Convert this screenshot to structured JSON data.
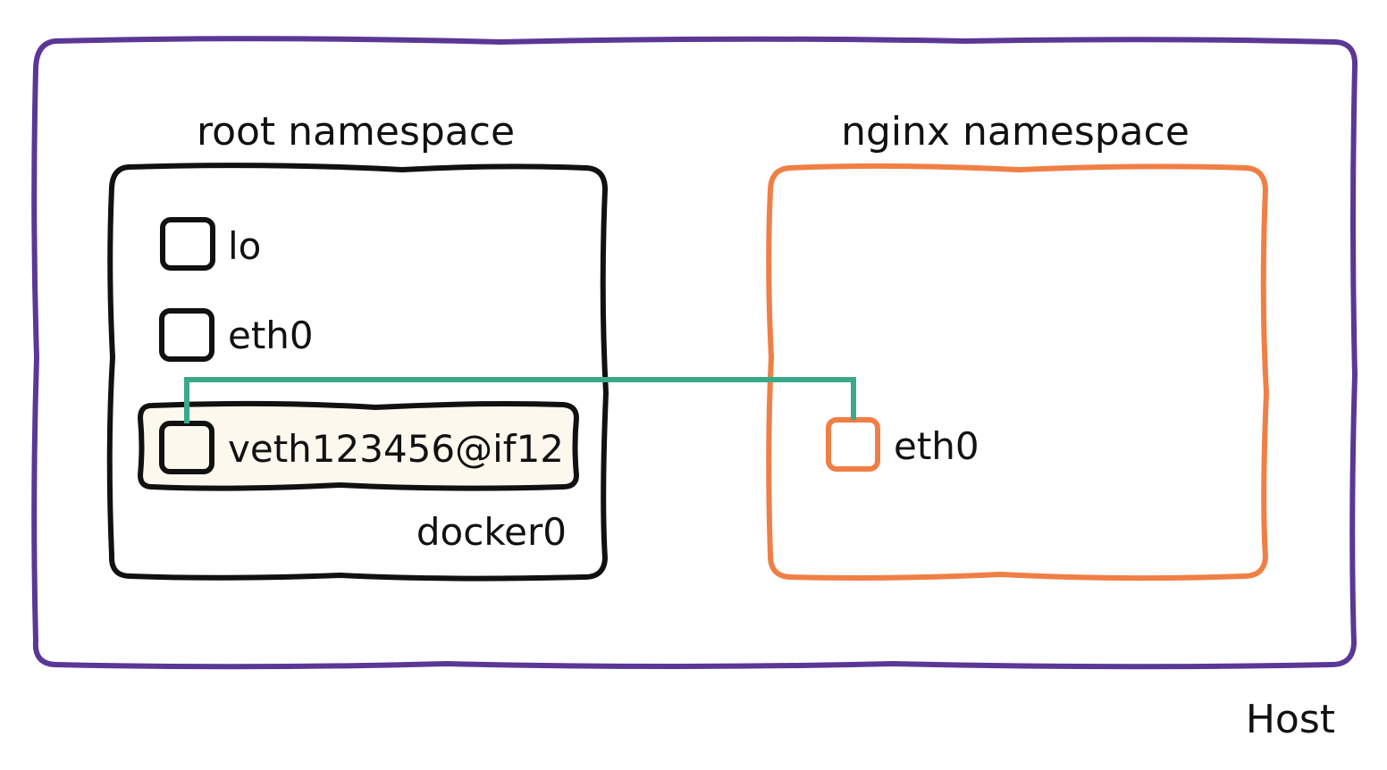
{
  "host": {
    "label": "Host",
    "color": "#5b3797"
  },
  "root_namespace": {
    "title": "root namespace",
    "color": "#111111",
    "interfaces": [
      {
        "name": "lo"
      },
      {
        "name": "eth0"
      }
    ],
    "bridge": {
      "name": "docker0",
      "veth": {
        "name": "veth123456@if12",
        "fill": "#fcf8ee"
      }
    }
  },
  "nginx_namespace": {
    "title": "nginx namespace",
    "color": "#f07f45",
    "interfaces": [
      {
        "name": "eth0"
      }
    ]
  },
  "link": {
    "color": "#3aa98a"
  }
}
